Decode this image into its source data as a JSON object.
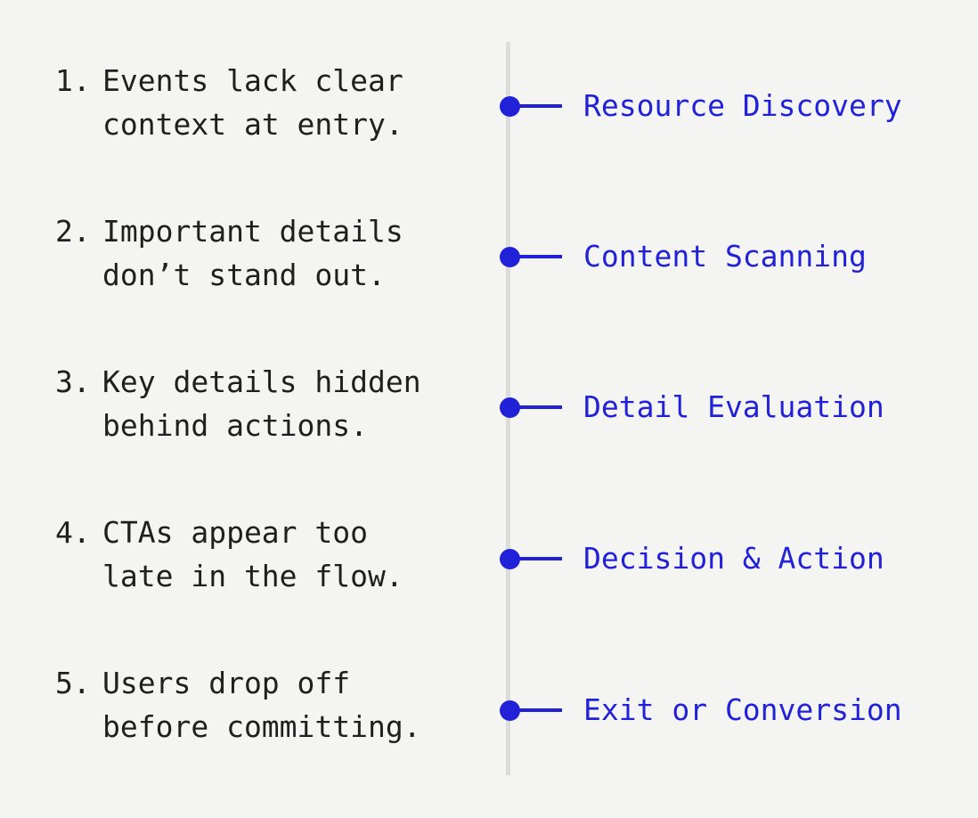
{
  "theme": {
    "background": "#f4f4f3",
    "axis_color": "#dcdcda",
    "accent": "#2121d8",
    "text_color": "#1f1f1f"
  },
  "issues": {
    "items": [
      {
        "number": "1.",
        "text": "Events lack clear\ncontext at entry."
      },
      {
        "number": "2.",
        "text": "Important details\ndon’t stand out."
      },
      {
        "number": "3.",
        "text": "Key details hidden\nbehind actions."
      },
      {
        "number": "4.",
        "text": "CTAs appear too\nlate in the flow."
      },
      {
        "number": "5.",
        "text": "Users drop off\nbefore committing."
      }
    ]
  },
  "timeline": {
    "stages": [
      {
        "label": "Resource Discovery"
      },
      {
        "label": "Content Scanning"
      },
      {
        "label": "Detail Evaluation"
      },
      {
        "label": "Decision & Action"
      },
      {
        "label": "Exit or Conversion"
      }
    ]
  }
}
